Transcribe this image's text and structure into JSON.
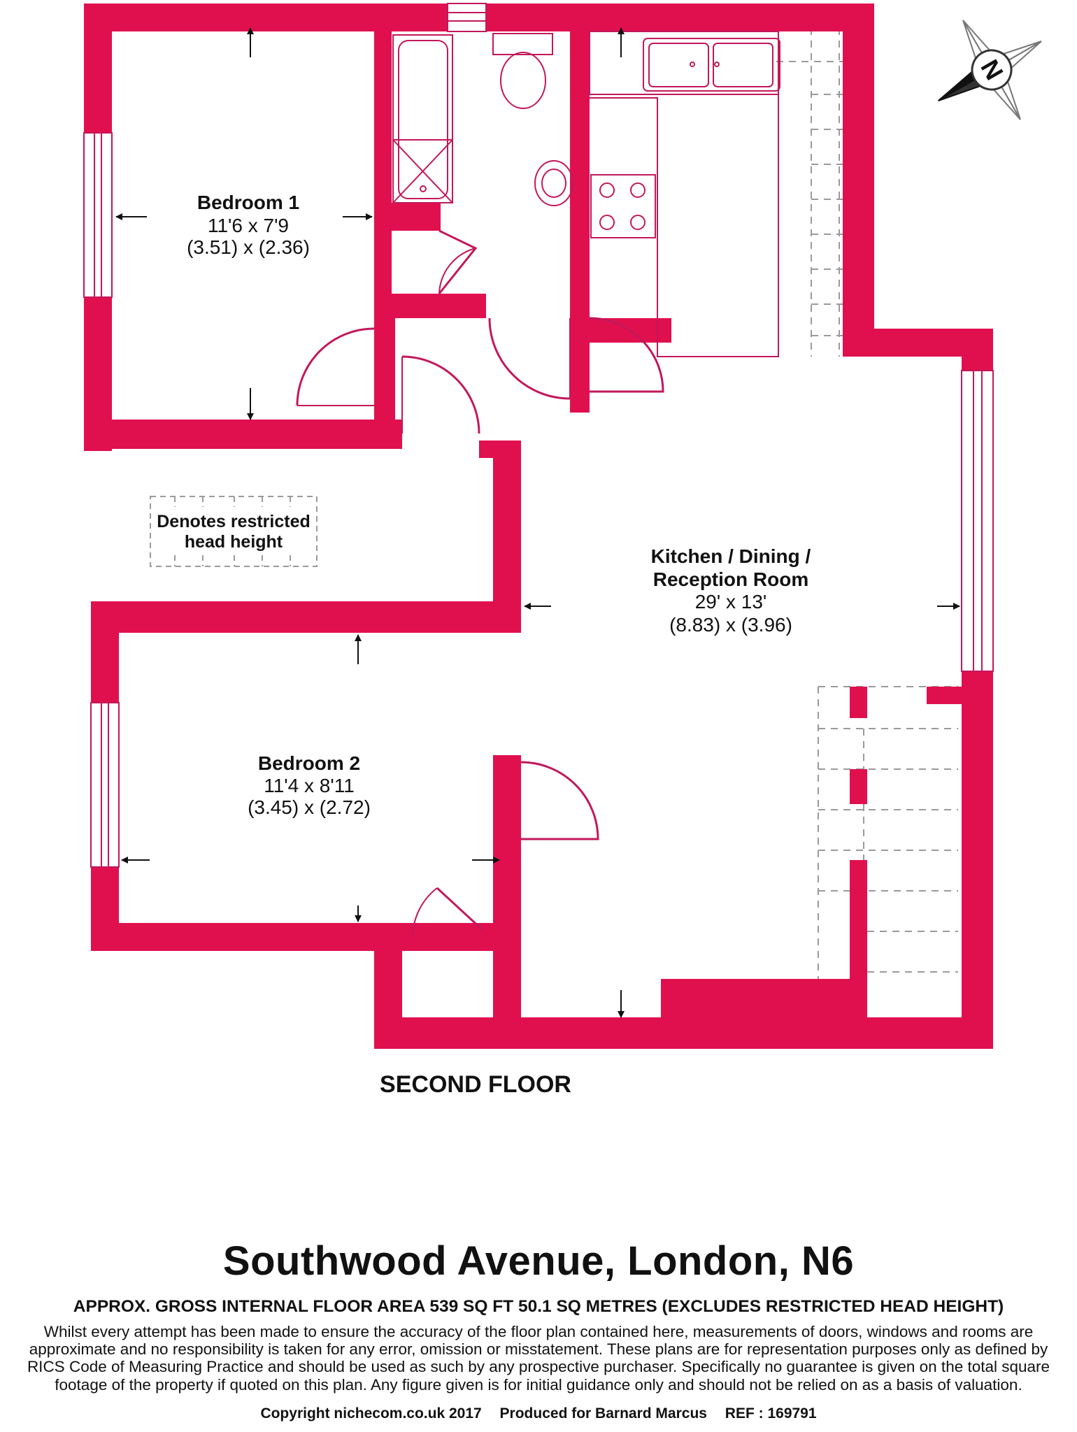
{
  "rooms": [
    {
      "name": "Bedroom 1",
      "imperial": "11'6 x 7'9",
      "metric": "(3.51) x (2.36)"
    },
    {
      "name_line1": "Kitchen / Dining /",
      "name_line2": "Reception Room",
      "imperial": "29' x 13'",
      "metric": "(8.83) x (3.96)"
    },
    {
      "name": "Bedroom 2",
      "imperial": "11'4 x 8'11",
      "metric": "(3.45) x (2.72)"
    }
  ],
  "legend": {
    "line1": "Denotes restricted",
    "line2": "head height"
  },
  "floor_label": "SECOND FLOOR",
  "compass": {
    "letter": "N"
  },
  "colors": {
    "walls": "#e0104f",
    "fixtures": "#c2185b",
    "dashed": "#9a9a9a"
  },
  "footer": {
    "address": "Southwood Avenue, London, N6",
    "area": "APPROX. GROSS INTERNAL FLOOR AREA 539 SQ FT 50.1 SQ METRES (EXCLUDES RESTRICTED HEAD HEIGHT)",
    "disclaimer": "Whilst every attempt has been made to ensure the accuracy of the floor plan contained here, measurements of doors, windows and rooms are approximate and no responsibility is taken for any error, omission or misstatement. These plans are for representation purposes only as defined by RICS Code of Measuring Practice and should be used as such by any prospective purchaser.  Specifically no guarantee is given on the total square footage of the property if quoted on this plan. Any figure given is for initial guidance only and should not be relied on as a basis of valuation.",
    "copyright": "Copyright nichecom.co.uk 2017",
    "produced_for": "Produced for Barnard Marcus",
    "ref": "REF : 169791"
  }
}
